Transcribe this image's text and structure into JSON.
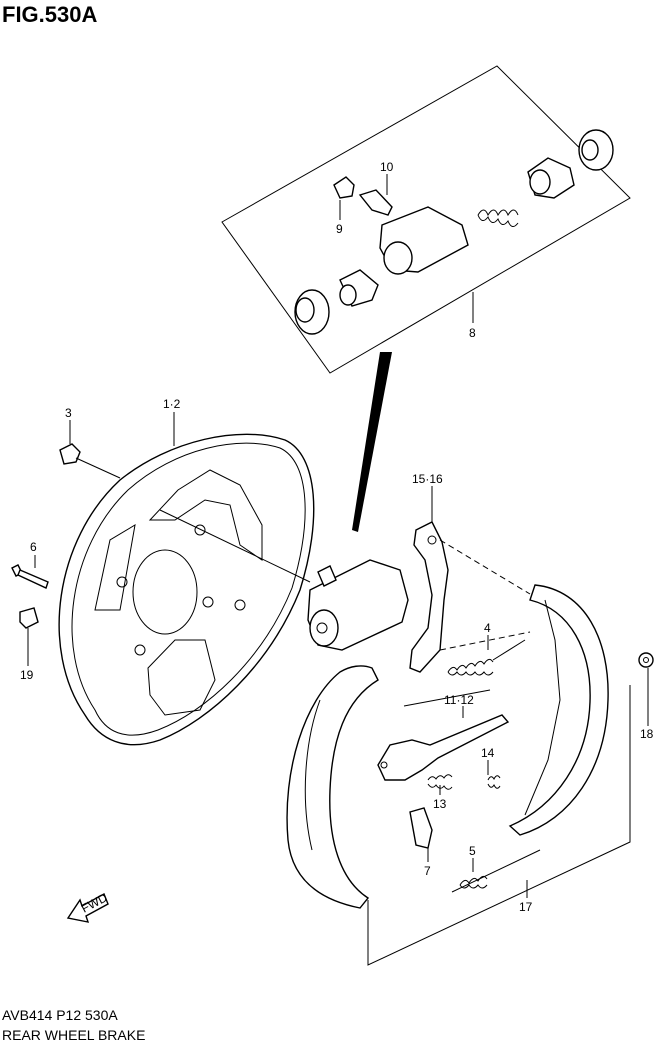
{
  "figure": {
    "title": "FIG.530A",
    "code": "AVB414 P12 530A",
    "name": "REAR WHEEL BRAKE"
  },
  "callouts": [
    {
      "id": "c1-2",
      "text": "1·2"
    },
    {
      "id": "c3",
      "text": "3"
    },
    {
      "id": "c4",
      "text": "4"
    },
    {
      "id": "c5",
      "text": "5"
    },
    {
      "id": "c6",
      "text": "6"
    },
    {
      "id": "c7",
      "text": "7"
    },
    {
      "id": "c8",
      "text": "8"
    },
    {
      "id": "c9",
      "text": "9"
    },
    {
      "id": "c10",
      "text": "10"
    },
    {
      "id": "c11-12",
      "text": "11·12"
    },
    {
      "id": "c13",
      "text": "13"
    },
    {
      "id": "c14",
      "text": "14"
    },
    {
      "id": "c15-16",
      "text": "15·16"
    },
    {
      "id": "c17",
      "text": "17"
    },
    {
      "id": "c18",
      "text": "18"
    },
    {
      "id": "c19",
      "text": "19"
    }
  ],
  "fwd_marker": "FWD"
}
